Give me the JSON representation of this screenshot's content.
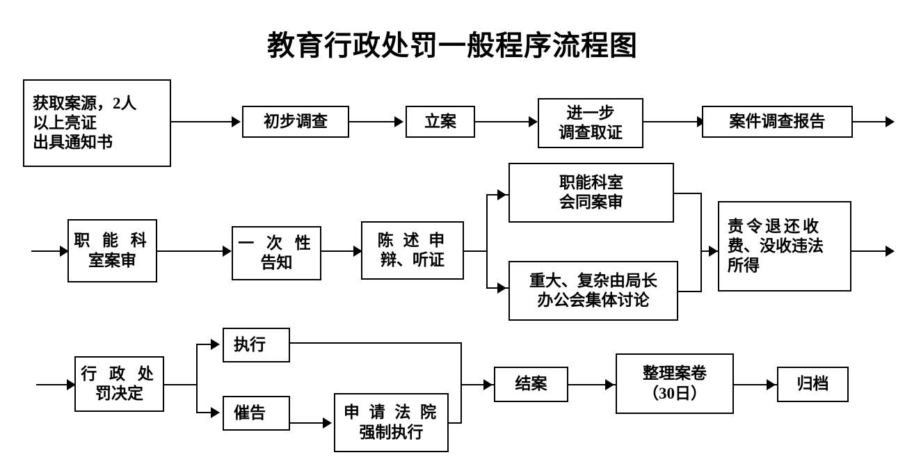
{
  "title": "教育行政处罚一般程序流程图",
  "diagram": {
    "type": "flowchart",
    "orientation": "left-to-right, three rows wrapping",
    "nodes": [
      {
        "id": "n1",
        "lines": [
          "获取案源，2人",
          "以上亮证",
          "出具通知书"
        ],
        "align": "left"
      },
      {
        "id": "n2",
        "lines": [
          "初步调查"
        ],
        "align": "center"
      },
      {
        "id": "n3",
        "lines": [
          "立案"
        ],
        "align": "center"
      },
      {
        "id": "n4",
        "lines": [
          "进一步",
          "调查取证"
        ],
        "align": "center"
      },
      {
        "id": "n5",
        "lines": [
          "案件调查报告"
        ],
        "align": "center"
      },
      {
        "id": "n6",
        "lines": [
          "职 能 科",
          "室案审"
        ],
        "align": "center"
      },
      {
        "id": "n7",
        "lines": [
          "一 次 性",
          "告知"
        ],
        "align": "center"
      },
      {
        "id": "n8",
        "lines": [
          "陈 述 申",
          "辩、听证"
        ],
        "align": "center"
      },
      {
        "id": "n9",
        "lines": [
          "职能科室",
          "会同案审"
        ],
        "align": "center"
      },
      {
        "id": "n10",
        "lines": [
          "重大、复杂由局长",
          "办公会集体讨论"
        ],
        "align": "center"
      },
      {
        "id": "n11",
        "lines": [
          "责令退还收",
          "费、没收违法",
          "所得"
        ],
        "align": "left"
      },
      {
        "id": "n12",
        "lines": [
          "行 政 处",
          "罚决定"
        ],
        "align": "center"
      },
      {
        "id": "n13",
        "lines": [
          "执行"
        ],
        "align": "left"
      },
      {
        "id": "n14",
        "lines": [
          "催告"
        ],
        "align": "left"
      },
      {
        "id": "n15",
        "lines": [
          "申 请 法 院",
          "强制执行"
        ],
        "align": "center"
      },
      {
        "id": "n16",
        "lines": [
          "结案"
        ],
        "align": "center"
      },
      {
        "id": "n17",
        "lines": [
          "整理案卷",
          "（30日）"
        ],
        "align": "center"
      },
      {
        "id": "n18",
        "lines": [
          "归档"
        ],
        "align": "center"
      }
    ],
    "edges": [
      {
        "from": "n1",
        "to": "n2"
      },
      {
        "from": "n2",
        "to": "n3"
      },
      {
        "from": "n3",
        "to": "n4"
      },
      {
        "from": "n4",
        "to": "n5"
      },
      {
        "from": "n5",
        "to": "row-2-continues"
      },
      {
        "from": "row-2-start",
        "to": "n6"
      },
      {
        "from": "n6",
        "to": "n7"
      },
      {
        "from": "n7",
        "to": "n8"
      },
      {
        "from": "n8",
        "to": "n9"
      },
      {
        "from": "n8",
        "to": "n10"
      },
      {
        "from": "n9",
        "to": "n11"
      },
      {
        "from": "n10",
        "to": "n11"
      },
      {
        "from": "n11",
        "to": "row-3-continues"
      },
      {
        "from": "row-3-start",
        "to": "n12"
      },
      {
        "from": "n12",
        "to": "n13"
      },
      {
        "from": "n12",
        "to": "n14"
      },
      {
        "from": "n14",
        "to": "n15"
      },
      {
        "from": "n13",
        "to": "n16"
      },
      {
        "from": "n15",
        "to": "n16"
      },
      {
        "from": "n16",
        "to": "n17"
      },
      {
        "from": "n17",
        "to": "n18"
      }
    ],
    "colors": {
      "line": "#000000",
      "box_fill": "#ffffff",
      "text": "#000000"
    }
  }
}
